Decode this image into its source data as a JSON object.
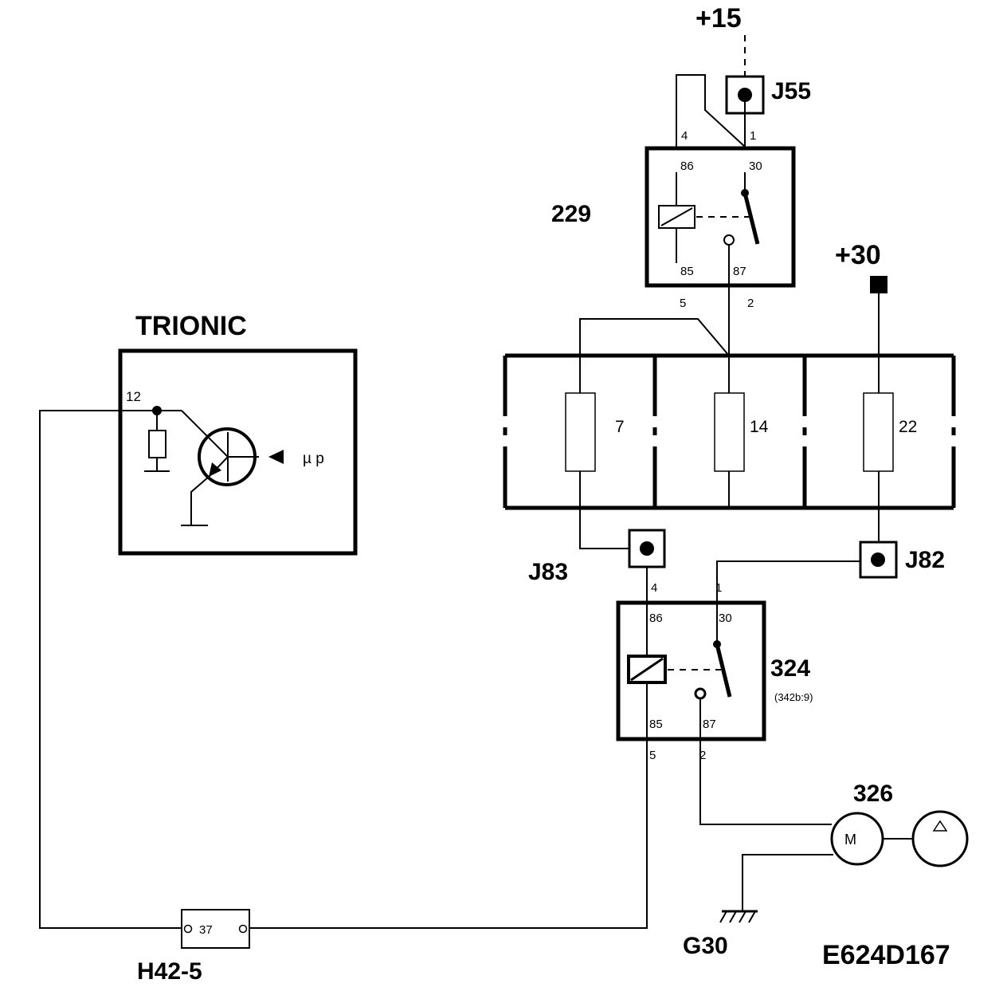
{
  "labels": {
    "plus15": "+15",
    "plus30": "+30",
    "j55": "J55",
    "j83": "J83",
    "j82": "J82",
    "relay229": "229",
    "relay324": "324",
    "relay324_ref": "(342b:9)",
    "trionic": "TRIONIC",
    "motor326": "326",
    "g30": "G30",
    "h42": "H42-5",
    "code": "E624D167",
    "up": "µ p",
    "motor_m": "M"
  },
  "relay229": {
    "pin4": "4",
    "pin1": "1",
    "pin86": "86",
    "pin30": "30",
    "pin85": "85",
    "pin87": "87",
    "pin5": "5",
    "pin2": "2"
  },
  "relay324": {
    "pin4": "4",
    "pin1": "1",
    "pin86": "86",
    "pin30": "30",
    "pin85": "85",
    "pin87": "87",
    "pin5": "5",
    "pin2": "2"
  },
  "fuses": {
    "f7": "7",
    "f14": "14",
    "f22": "22"
  },
  "trionic_pin": "12",
  "connector_pin": "37"
}
